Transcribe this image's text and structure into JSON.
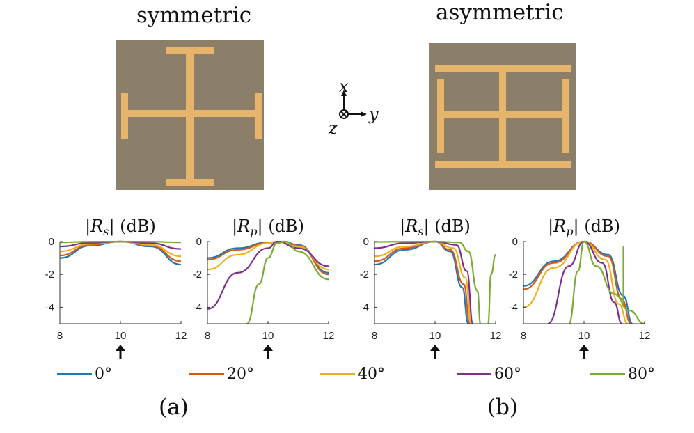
{
  "headers": {
    "left": "symmetric",
    "right": "asymmetric"
  },
  "axes_label": {
    "x": "x",
    "y": "y",
    "z": "z"
  },
  "captions": {
    "a": "(a)",
    "b": "(b)"
  },
  "legend": [
    {
      "label": "0°",
      "color": "#1f77b4"
    },
    {
      "label": "20°",
      "color": "#d45a1c"
    },
    {
      "label": "40°",
      "color": "#edb120"
    },
    {
      "label": "60°",
      "color": "#7e2f8e"
    },
    {
      "label": "80°",
      "color": "#77ac30"
    }
  ],
  "chart_data": [
    {
      "type": "line",
      "title": "|Rs| (dB)",
      "xlim": [
        8,
        12
      ],
      "ylim": [
        -5,
        0
      ],
      "xticks": [
        8,
        10,
        12
      ],
      "yticks": [
        0,
        -2,
        -4
      ],
      "marker_x": 10,
      "series": [
        {
          "name": "0°",
          "x": [
            8,
            9,
            10,
            11,
            12
          ],
          "y": [
            -1.0,
            -0.25,
            0,
            -0.3,
            -1.4
          ]
        },
        {
          "name": "20°",
          "x": [
            8,
            9,
            10,
            11,
            12
          ],
          "y": [
            -0.85,
            -0.2,
            0,
            -0.25,
            -1.2
          ]
        },
        {
          "name": "40°",
          "x": [
            8,
            9,
            10,
            11,
            12
          ],
          "y": [
            -0.6,
            -0.15,
            0,
            -0.2,
            -0.9
          ]
        },
        {
          "name": "60°",
          "x": [
            8,
            9,
            10,
            11,
            12
          ],
          "y": [
            -0.3,
            -0.08,
            0,
            -0.1,
            -0.45
          ]
        },
        {
          "name": "80°",
          "x": [
            8,
            9,
            10,
            11,
            12
          ],
          "y": [
            -0.05,
            -0.01,
            0,
            -0.01,
            -0.05
          ]
        }
      ]
    },
    {
      "type": "line",
      "title": "|Rp| (dB)",
      "xlim": [
        8,
        12
      ],
      "ylim": [
        -5,
        0
      ],
      "xticks": [
        8,
        10,
        12
      ],
      "yticks": [
        0,
        -2,
        -4
      ],
      "marker_x": 10,
      "series": [
        {
          "name": "0°",
          "x": [
            8,
            9,
            10,
            10.5,
            11,
            12
          ],
          "y": [
            -1.0,
            -0.4,
            -0.05,
            0,
            -0.2,
            -1.9
          ]
        },
        {
          "name": "20°",
          "x": [
            8,
            9,
            10,
            10.5,
            11,
            12
          ],
          "y": [
            -1.1,
            -0.5,
            -0.08,
            0,
            -0.25,
            -2.0
          ]
        },
        {
          "name": "40°",
          "x": [
            8,
            9,
            10,
            10.4,
            11,
            12
          ],
          "y": [
            -1.7,
            -0.8,
            -0.1,
            0,
            -0.3,
            -1.7
          ]
        },
        {
          "name": "60°",
          "x": [
            8,
            9,
            10,
            10.3,
            11,
            12
          ],
          "y": [
            -4.1,
            -1.9,
            -0.4,
            0,
            -0.4,
            -1.5
          ]
        },
        {
          "name": "80°",
          "x": [
            9.3,
            9.7,
            10,
            10.3,
            10.6,
            11,
            12
          ],
          "y": [
            -5.0,
            -2.6,
            -1.0,
            -0.1,
            0,
            -0.6,
            -2.3
          ]
        }
      ]
    },
    {
      "type": "line",
      "title": "|Rs| (dB)",
      "xlim": [
        8,
        12
      ],
      "ylim": [
        -5,
        0
      ],
      "xticks": [
        8,
        10,
        12
      ],
      "yticks": [
        0,
        -2,
        -4
      ],
      "marker_x": 10,
      "series": [
        {
          "name": "0°",
          "x": [
            8,
            9,
            10,
            10.5,
            10.9,
            11.1
          ],
          "y": [
            -1.4,
            -0.5,
            0,
            -0.6,
            -2.8,
            -5.0
          ]
        },
        {
          "name": "20°",
          "x": [
            8,
            9,
            10,
            10.5,
            10.95,
            11.15
          ],
          "y": [
            -1.2,
            -0.4,
            0,
            -0.5,
            -2.6,
            -5.0
          ]
        },
        {
          "name": "40°",
          "x": [
            8,
            9,
            10,
            10.6,
            11.0,
            11.2
          ],
          "y": [
            -0.9,
            -0.3,
            0,
            -0.4,
            -2.2,
            -5.0
          ]
        },
        {
          "name": "60°",
          "x": [
            8,
            9,
            10,
            10.7,
            11.05,
            11.25
          ],
          "y": [
            -0.4,
            -0.1,
            0,
            -0.2,
            -1.8,
            -5.0
          ]
        },
        {
          "name": "80°",
          "x": [
            8,
            9,
            10,
            10.8,
            11.1,
            11.4,
            11.5
          ],
          "y": [
            -0.02,
            -0.01,
            0,
            -0.05,
            -0.6,
            -3.0,
            -5.0
          ]
        },
        {
          "name": "80°",
          "x": [
            11.75,
            11.85,
            12.0
          ],
          "y": [
            -5.0,
            -2.0,
            -0.8
          ]
        }
      ]
    },
    {
      "type": "line",
      "title": "|Rp| (dB)",
      "xlim": [
        8,
        12
      ],
      "ylim": [
        -5,
        0
      ],
      "xticks": [
        8,
        10,
        12
      ],
      "yticks": [
        0,
        -2,
        -4
      ],
      "marker_x": 10,
      "series": [
        {
          "name": "0°",
          "x": [
            8,
            9,
            10,
            10.8,
            11.3,
            11.6
          ],
          "y": [
            -2.7,
            -1.2,
            0,
            -0.8,
            -3.3,
            -5.0
          ]
        },
        {
          "name": "20°",
          "x": [
            8,
            9,
            10,
            10.8,
            11.25,
            11.55
          ],
          "y": [
            -2.9,
            -1.3,
            0,
            -0.9,
            -3.5,
            -5.0
          ]
        },
        {
          "name": "40°",
          "x": [
            8,
            9,
            10,
            10.7,
            11.15,
            11.45
          ],
          "y": [
            -4.0,
            -1.6,
            0,
            -1.1,
            -3.8,
            -5.0
          ]
        },
        {
          "name": "60°",
          "x": [
            8.8,
            9.5,
            10,
            10.6,
            11.0,
            11.25
          ],
          "y": [
            -5.0,
            -1.5,
            0,
            -1.3,
            -3.7,
            -5.0
          ]
        },
        {
          "name": "80°",
          "x": [
            9.5,
            9.8,
            10,
            10.4,
            11.0,
            11.5,
            12
          ],
          "y": [
            -5.0,
            -1.8,
            0,
            -1.5,
            -3.2,
            -4.2,
            -5.0
          ]
        },
        {
          "name": "80°",
          "x": [
            11.3,
            11.3
          ],
          "y": [
            -4.0,
            -0.3
          ]
        }
      ]
    }
  ]
}
